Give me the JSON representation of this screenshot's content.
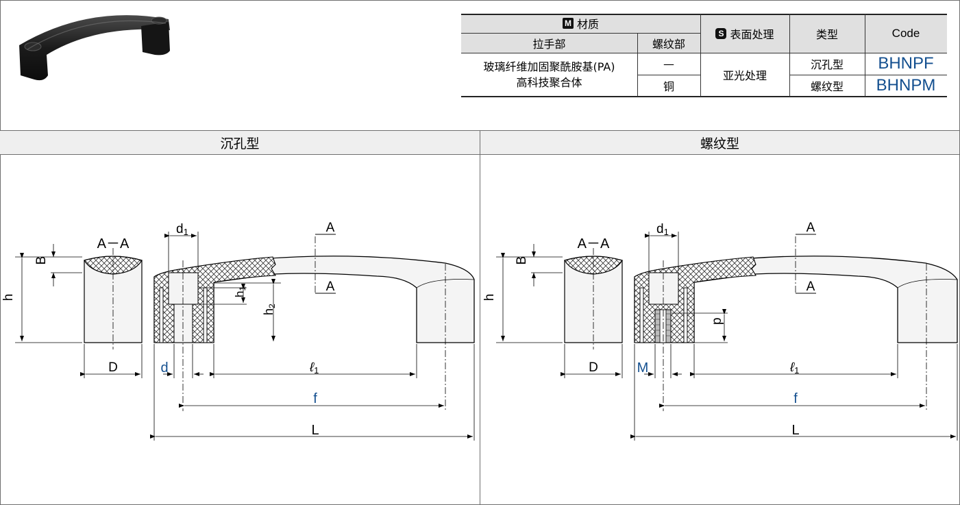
{
  "table": {
    "material_header": "材质",
    "material_badge": "M",
    "surface_header": "表面处理",
    "surface_badge": "S",
    "type_header": "类型",
    "code_header": "Code",
    "handle_part_header": "拉手部",
    "thread_part_header": "螺纹部",
    "handle_material_line1": "玻璃纤维加固聚酰胺基(PA)",
    "handle_material_line2": "高科技聚合体",
    "rows": [
      {
        "thread": "—",
        "type": "沉孔型",
        "code": "BHNPF"
      },
      {
        "thread": "铜",
        "type": "螺纹型",
        "code": "BHNPM"
      }
    ],
    "surface_value": "亚光处理"
  },
  "panels": {
    "left_title": "沉孔型",
    "right_title": "螺纹型"
  },
  "labels": {
    "section": "A－A",
    "A": "A",
    "B": "B",
    "h": "h",
    "D": "D",
    "d1_main": "d",
    "d1_sub": "1",
    "h1_main": "h",
    "h1_sub": "1",
    "h2_main": "h",
    "h2_sub": "2",
    "l1_main": "ℓ",
    "l1_sub": "1",
    "d": "d",
    "M": "M",
    "p": "p",
    "f": "f",
    "L": "L"
  },
  "colors": {
    "accent": "#134f8f",
    "header_bg": "#e0e0e0",
    "panel_bg": "#efefef",
    "part_fill": "#f4f4f4"
  }
}
